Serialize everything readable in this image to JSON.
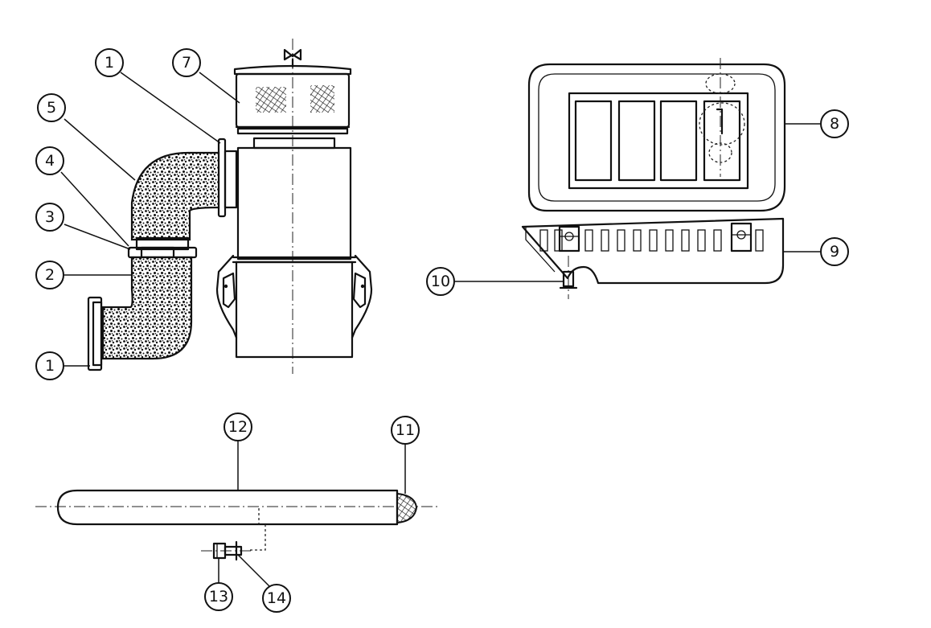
{
  "callouts": {
    "c1_top": "1",
    "c5": "5",
    "c4": "4",
    "c3": "3",
    "c2": "2",
    "c1_bottom": "1",
    "c7": "7",
    "c8": "8",
    "c9": "9",
    "c10": "10",
    "c11": "11",
    "c12": "12",
    "c13": "13",
    "c14": "14"
  },
  "colors": {
    "line": "#111111",
    "background": "#ffffff"
  }
}
